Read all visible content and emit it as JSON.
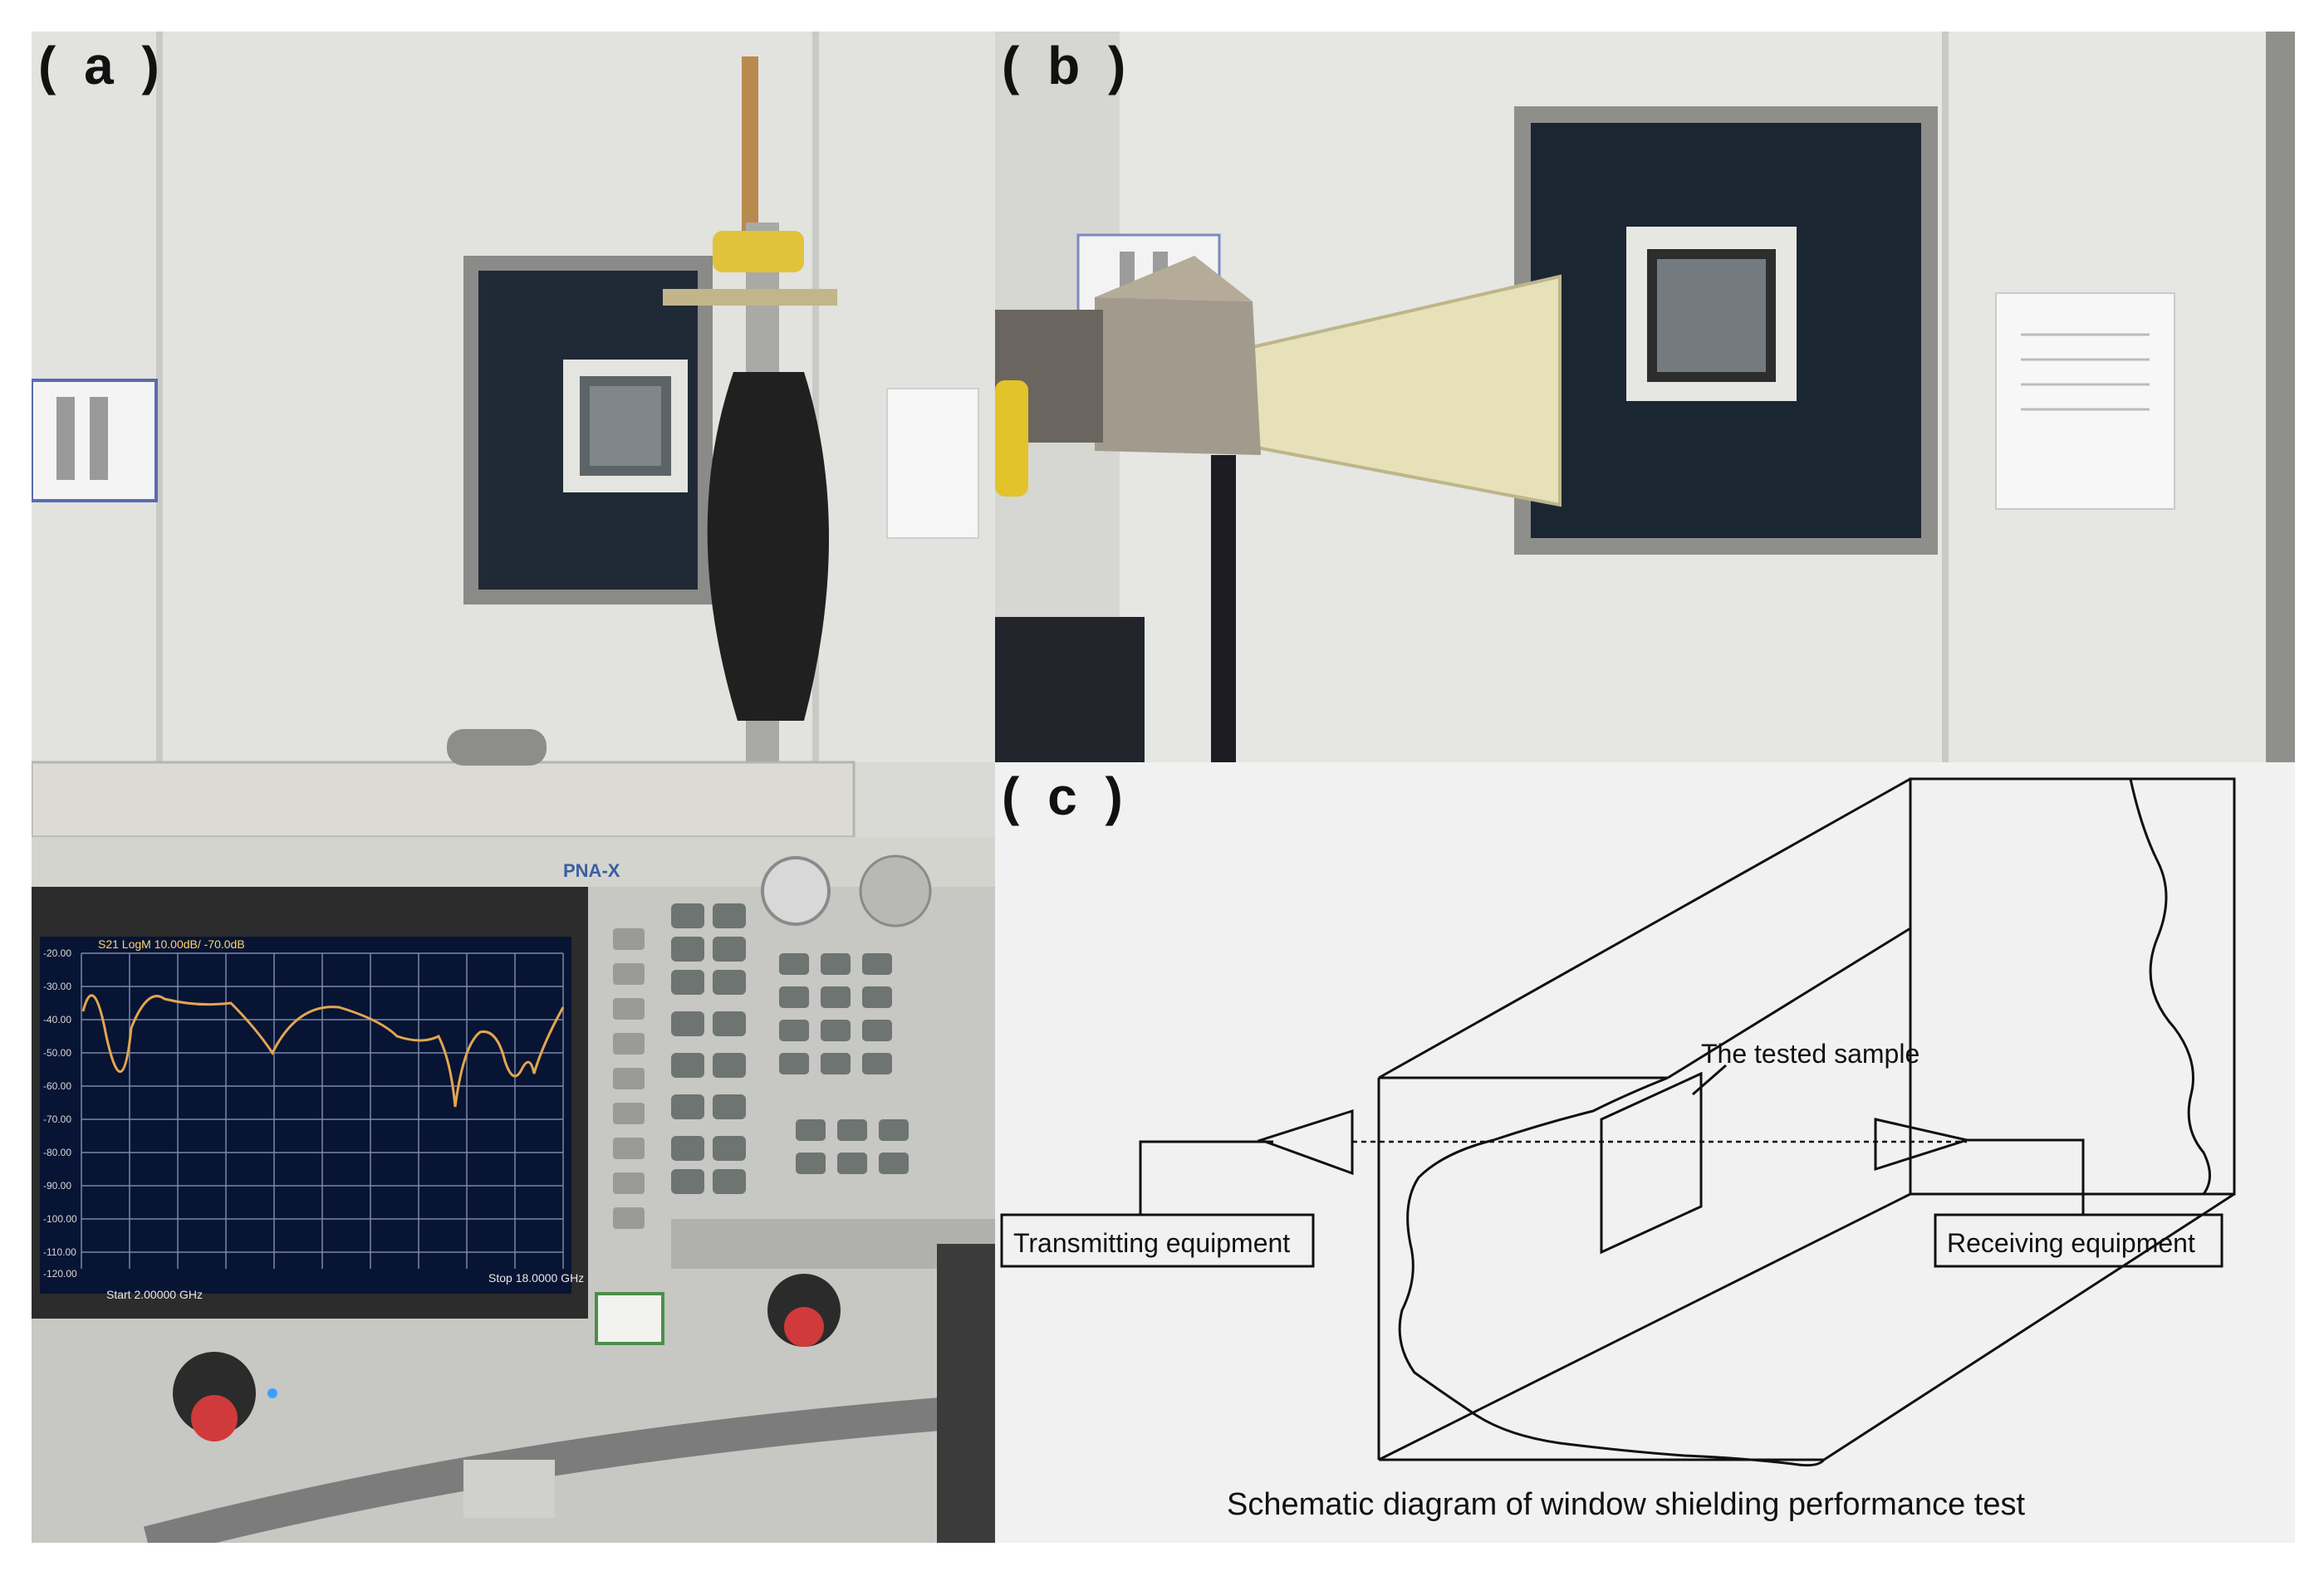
{
  "panels": {
    "a": {
      "label": "( a )"
    },
    "b": {
      "label": "( b )"
    },
    "c": {
      "label": "( c )"
    }
  },
  "analyzer": {
    "brand": "PNA-X",
    "trace_label": "S21 LogM 10.00dB/ -70.0dB",
    "y_ticks": [
      "-20.00",
      "-30.00",
      "-40.00",
      "-50.00",
      "-60.00",
      "-70.00",
      "-80.00",
      "-90.00",
      "-100.00",
      "-110.00",
      "-120.00"
    ],
    "start_label": "Start 2.00000 GHz",
    "stop_label": "Stop 18.0000 GHz",
    "trace_color": "#e3a64f"
  },
  "diagram": {
    "transmitting_label": "Transmitting equipment",
    "receiving_label": "Receiving equipment",
    "sample_label": "The tested sample",
    "caption": "Schematic diagram of window shielding performance test"
  }
}
